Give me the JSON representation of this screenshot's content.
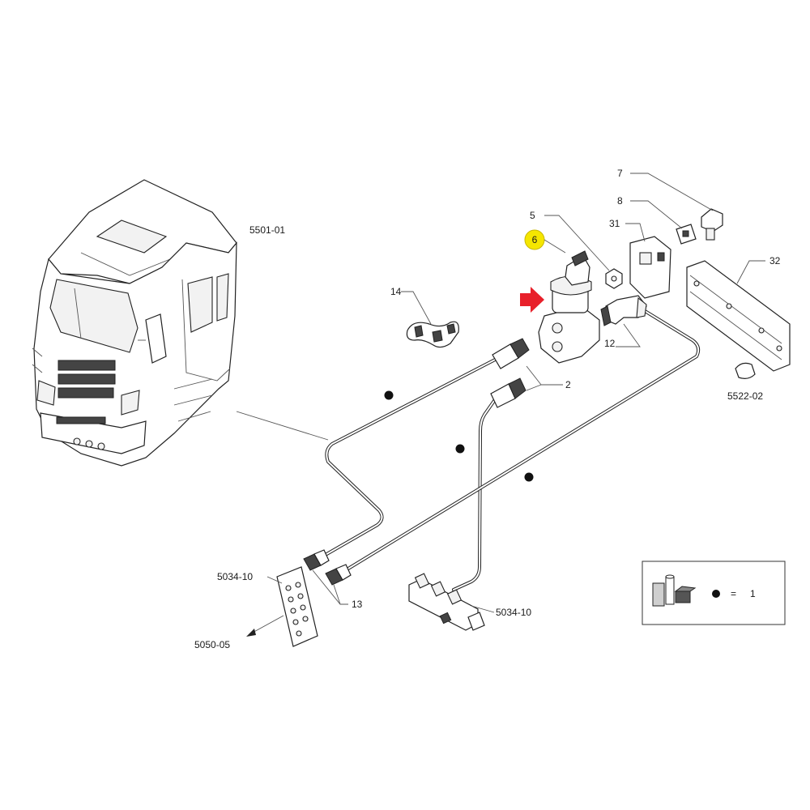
{
  "colors": {
    "highlight": "#f5e600",
    "arrow": "#e8202a",
    "line": "#222222"
  },
  "labels": {
    "cab_ref": "5501-01",
    "valve_highlighted": "6",
    "nut": "5",
    "clip": "14",
    "screw": "7",
    "washer": "8",
    "plate": "31",
    "bracket": "32",
    "elbow_fitting": "12",
    "fittings": "2",
    "plug_ref": "5522-02",
    "connector_left_ref": "5034-10",
    "connector_plate_ref": "5050-05",
    "end_fittings": "13",
    "manifold_ref": "5034-10"
  },
  "legend": {
    "equals": "=",
    "value": "1"
  },
  "icons": {
    "pointer": "red-arrow-icon",
    "kit": "kit-icon",
    "dot": "bullet-dot-icon"
  }
}
